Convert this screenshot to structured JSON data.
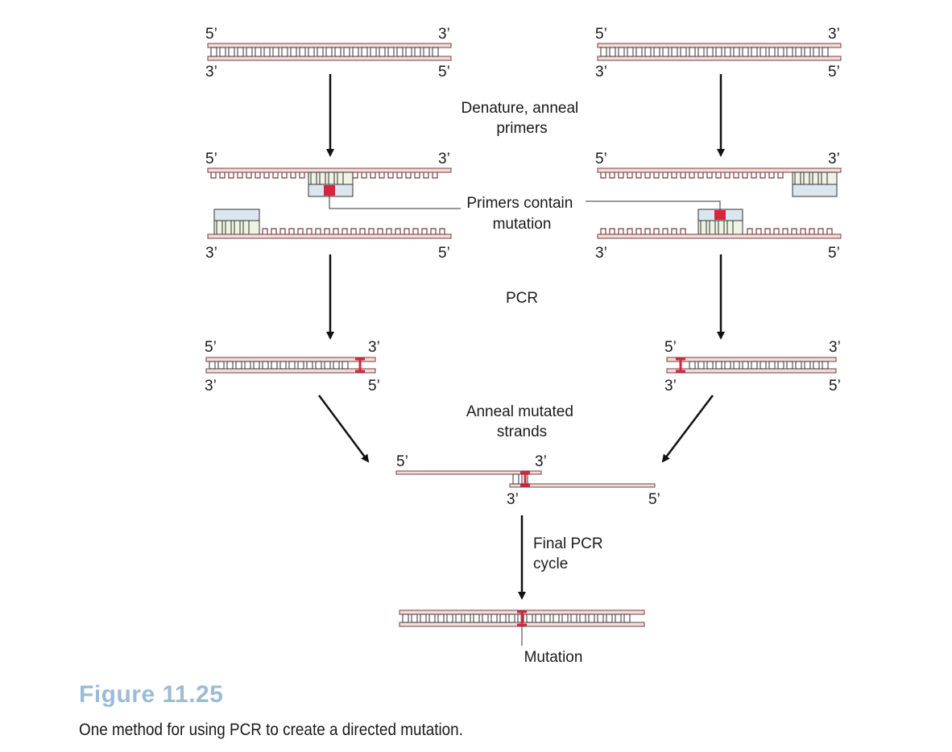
{
  "labels": {
    "five_prime": "5’",
    "three_prime": "3’"
  },
  "steps": {
    "denature": [
      "Denature, anneal",
      "primers"
    ],
    "primers": [
      "Primers contain",
      "mutation"
    ],
    "pcr": "PCR",
    "anneal": [
      "Anneal mutated",
      "strands"
    ],
    "final": [
      "Final PCR",
      "cycle"
    ],
    "mutation": "Mutation"
  },
  "figure": {
    "title": "Figure 11.25",
    "caption": "One method for using PCR to create a directed mutation."
  },
  "colors": {
    "strand_fill": "#f2dcdc",
    "strand_stroke": "#7a3b3b",
    "primer_fill": "#dbe6ef",
    "primer_rungs_fill": "#eef3e3",
    "mutation": "#d6263f",
    "arrow": "#111111"
  }
}
